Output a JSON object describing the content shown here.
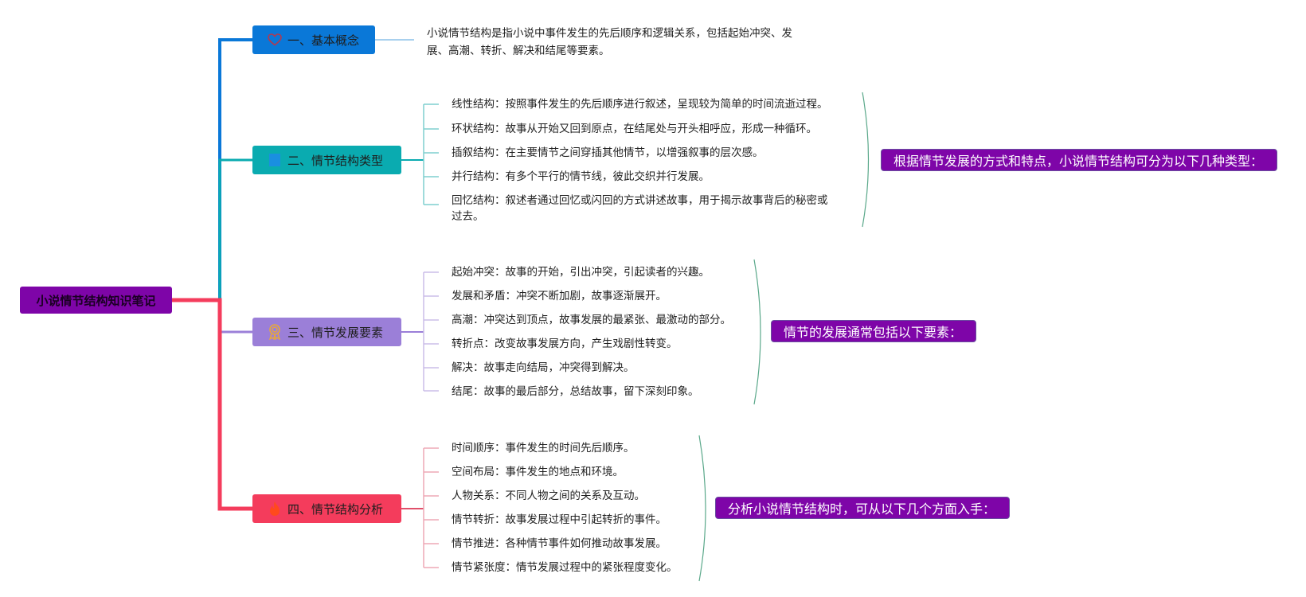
{
  "root": {
    "label": "小说情节结构知识笔记"
  },
  "branches": [
    {
      "label": "一、基本概念",
      "icon": "heart-icon",
      "color": "#0a78d8",
      "description": [
        "小说情节结构是指小说中事件发生的先后顺序和逻辑关系，包括起始冲突、发",
        "展、高潮、转折、解决和结尾等要素。"
      ]
    },
    {
      "label": "二、情节结构类型",
      "icon": "square-icon",
      "color": "#0aabb0",
      "items": [
        "线性结构：按照事件发生的先后顺序进行叙述，呈现较为简单的时间流逝过程。",
        "环状结构：故事从开始又回到原点，在结尾处与开头相呼应，形成一种循环。",
        "插叙结构：在主要情节之间穿插其他情节，以增强叙事的层次感。",
        "并行结构：有多个平行的情节线，彼此交织并行发展。",
        "回忆结构：叙述者通过回忆或闪回的方式讲述故事，用于揭示故事背后的秘密或",
        "过去。"
      ],
      "summary": "根据情节发展的方式和特点，小说情节结构可分为以下几种类型："
    },
    {
      "label": "三、情节发展要素",
      "icon": "award-ribbon-icon",
      "color": "#9b7fd8",
      "items": [
        "起始冲突：故事的开始，引出冲突，引起读者的兴趣。",
        "发展和矛盾：冲突不断加剧，故事逐渐展开。",
        "高潮：冲突达到顶点，故事发展的最紧张、最激动的部分。",
        "转折点：改变故事发展方向，产生戏剧性转变。",
        "解决：故事走向结局，冲突得到解决。",
        "结尾：故事的最后部分，总结故事，留下深刻印象。"
      ],
      "summary": "情节的发展通常包括以下要素："
    },
    {
      "label": "四、情节结构分析",
      "icon": "fire-icon",
      "color": "#f43c5c",
      "items": [
        "时间顺序：事件发生的时间先后顺序。",
        "空间布局：事件发生的地点和环境。",
        "人物关系：不同人物之间的关系及互动。",
        "情节转折：故事发展过程中引起转折的事件。",
        "情节推进：各种情节事件如何推动故事发展。",
        "情节紧张度：情节发展过程中的紧张程度变化。"
      ],
      "summary": "分析小说情节结构时，可从以下几个方面入手："
    }
  ]
}
